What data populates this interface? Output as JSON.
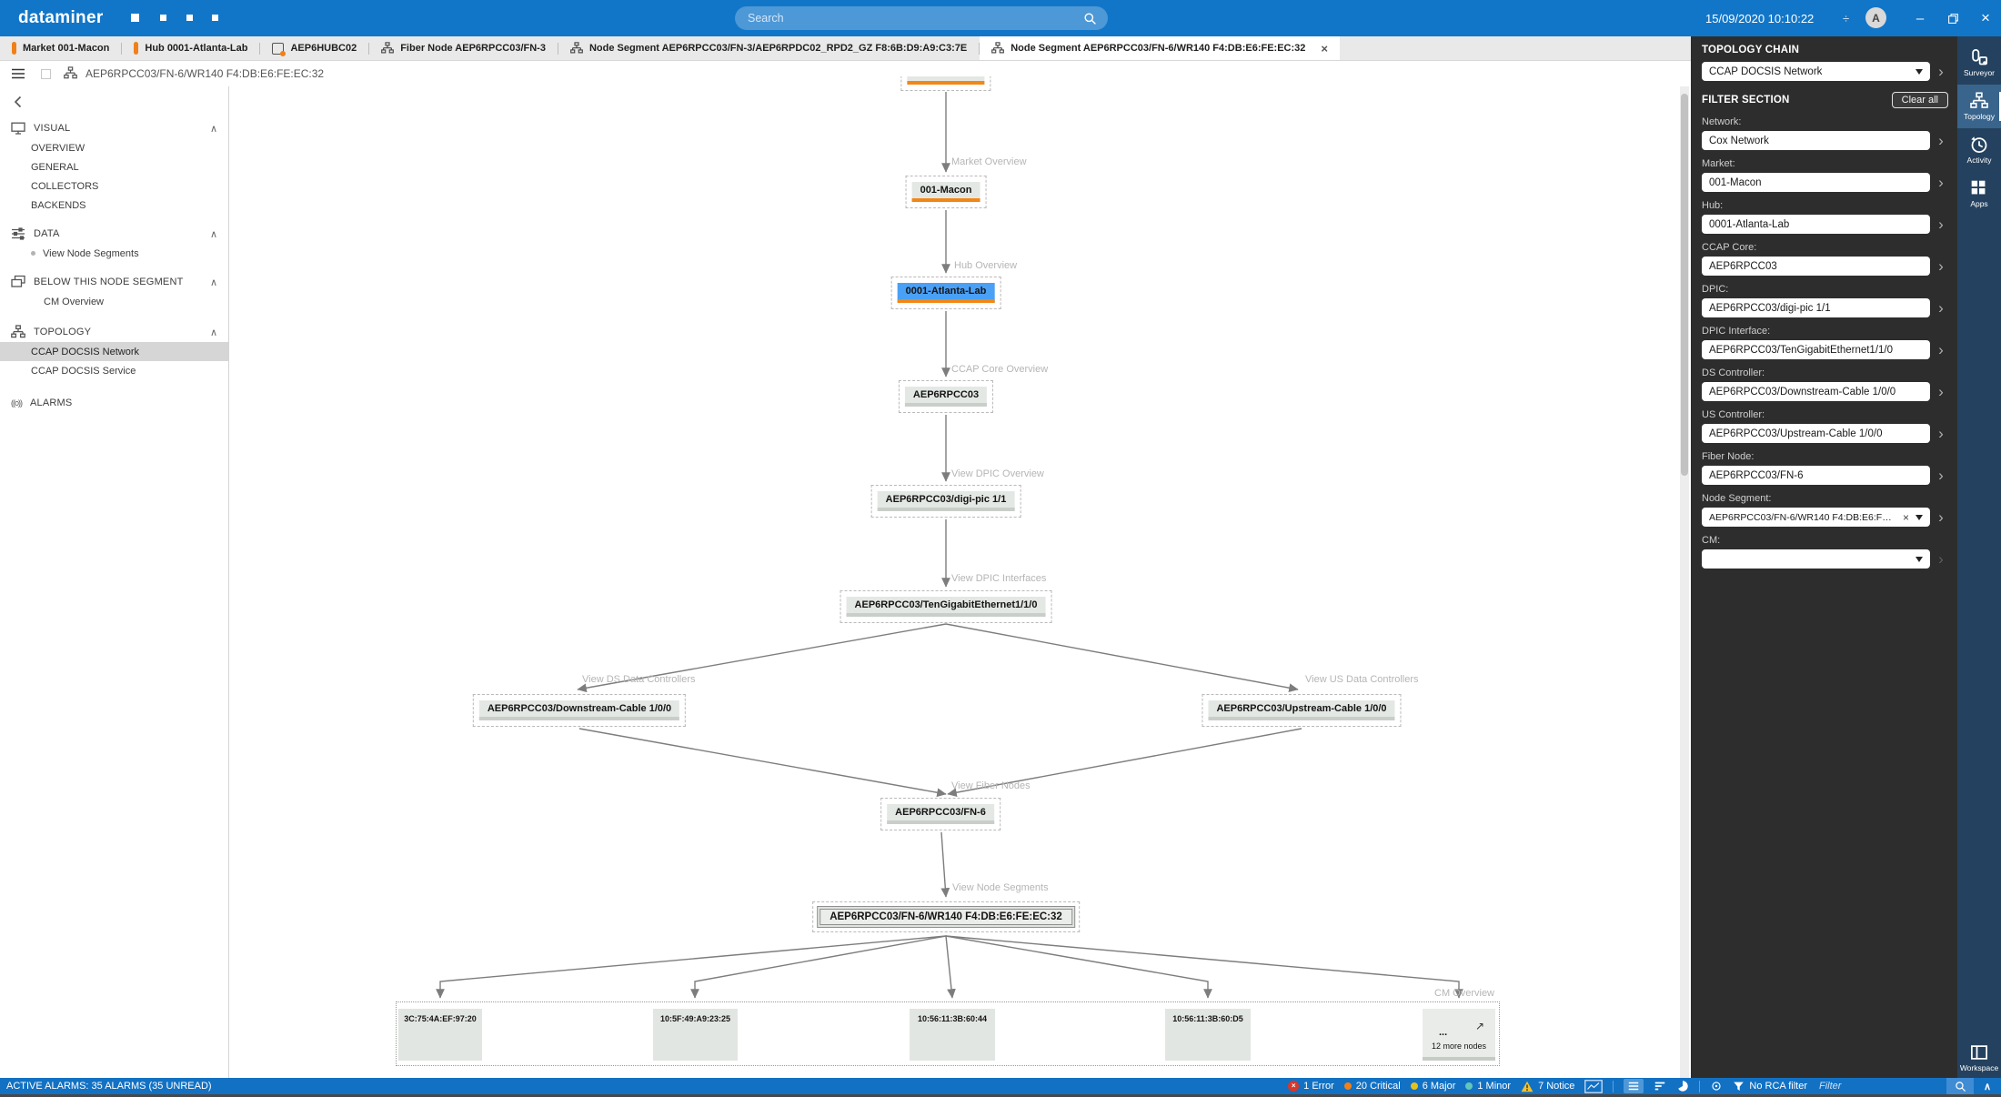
{
  "app": {
    "logo": "dataminer",
    "search_placeholder": "Search",
    "datetime": "15/09/2020 10:10:22",
    "avatar": "A"
  },
  "tabs": [
    {
      "icon": "market",
      "label": "Market 001-Macon"
    },
    {
      "icon": "market",
      "label": "Hub 0001-Atlanta-Lab"
    },
    {
      "icon": "element",
      "label": "AEP6HUBC02"
    },
    {
      "icon": "tree",
      "label": "Fiber Node AEP6RPCC03/FN-3"
    },
    {
      "icon": "tree",
      "label": "Node Segment AEP6RPCC03/FN-3/AEP6RPDC02_RPD2_GZ F8:6B:D9:A9:C3:7E"
    },
    {
      "icon": "tree",
      "label": "Node Segment AEP6RPCC03/FN-6/WR140 F4:DB:E6:FE:EC:32",
      "active": true
    }
  ],
  "menubar": {
    "title": "AEP6RPCC03/FN-6/WR140 F4:DB:E6:FE:EC:32"
  },
  "sidebar": {
    "sections": [
      {
        "label": "VISUAL",
        "items": [
          {
            "label": "OVERVIEW"
          },
          {
            "label": "GENERAL"
          },
          {
            "label": "COLLECTORS"
          },
          {
            "label": "BACKENDS"
          }
        ]
      },
      {
        "label": "DATA",
        "items": [
          {
            "label": "View Node Segments"
          }
        ]
      },
      {
        "label": "BELOW THIS NODE SEGMENT",
        "items": [
          {
            "label": "CM Overview"
          }
        ]
      },
      {
        "label": "TOPOLOGY",
        "items": [
          {
            "label": "CCAP DOCSIS Network",
            "selected": true
          },
          {
            "label": "CCAP DOCSIS Service"
          }
        ]
      }
    ],
    "alarms_label": "ALARMS"
  },
  "topology": {
    "nodes": {
      "network": "Cox Network",
      "market": "001-Macon",
      "hub": "0001-Atlanta-Lab",
      "ccap_core": "AEP6RPCC03",
      "dpic": "AEP6RPCC03/digi-pic 1/1",
      "dpic_interface": "AEP6RPCC03/TenGigabitEthernet1/1/0",
      "ds_controller": "AEP6RPCC03/Downstream-Cable 1/0/0",
      "us_controller": "AEP6RPCC03/Upstream-Cable 1/0/0",
      "fiber_node": "AEP6RPCC03/FN-6",
      "node_segment": "AEP6RPCC03/FN-6/WR140 F4:DB:E6:FE:EC:32"
    },
    "edge_labels": {
      "market": "Market Overview",
      "hub": "Hub Overview",
      "ccap_core": "CCAP Core Overview",
      "dpic": "View DPIC Overview",
      "dpic_interface": "View DPIC Interfaces",
      "ds": "View DS Data Controllers",
      "us": "View US Data Controllers",
      "fiber": "View Fiber Nodes",
      "segment": "View Node Segments",
      "cm": "CM Overview"
    },
    "cm_nodes": [
      {
        "label": "3C:75:4A:EF:97:20"
      },
      {
        "label": "10:5F:49:A9:23:25"
      },
      {
        "label": "10:56:11:3B:60:44"
      },
      {
        "label": "10:56:11:3B:60:D5"
      }
    ],
    "more_nodes": {
      "ellipsis": "...",
      "label": "12 more nodes"
    }
  },
  "panel": {
    "title": "TOPOLOGY CHAIN",
    "chain_value": "CCAP DOCSIS Network",
    "filter_title": "FILTER SECTION",
    "clear_all": "Clear all",
    "fields": [
      {
        "label": "Network:",
        "value": "Cox Network"
      },
      {
        "label": "Market:",
        "value": "001-Macon"
      },
      {
        "label": "Hub:",
        "value": "0001-Atlanta-Lab"
      },
      {
        "label": "CCAP Core:",
        "value": "AEP6RPCC03"
      },
      {
        "label": "DPIC:",
        "value": "AEP6RPCC03/digi-pic 1/1"
      },
      {
        "label": "DPIC Interface:",
        "value": "AEP6RPCC03/TenGigabitEthernet1/1/0"
      },
      {
        "label": "DS Controller:",
        "value": "AEP6RPCC03/Downstream-Cable 1/0/0"
      },
      {
        "label": "US Controller:",
        "value": "AEP6RPCC03/Upstream-Cable 1/0/0"
      },
      {
        "label": "Fiber Node:",
        "value": "AEP6RPCC03/FN-6"
      }
    ],
    "node_segment": {
      "label": "Node Segment:",
      "value": "AEP6RPCC03/FN-6/WR140 F4:DB:E6:FE:EC:32"
    },
    "cm": {
      "label": "CM:",
      "value": ""
    }
  },
  "rail": {
    "items": [
      {
        "label": "Surveyor"
      },
      {
        "label": "Topology",
        "active": true
      },
      {
        "label": "Activity"
      },
      {
        "label": "Apps"
      }
    ],
    "workspace_label": "Workspace"
  },
  "statusbar": {
    "active_alarms": "ACTIVE ALARMS: 35 ALARMS (35 UNREAD)",
    "severities": [
      {
        "label": "1 Error",
        "color": "#d8372a"
      },
      {
        "label": "20 Critical",
        "color": "#f08019"
      },
      {
        "label": "6 Major",
        "color": "#e3c220"
      },
      {
        "label": "1 Minor",
        "color": "#63c6ba"
      },
      {
        "label": "7 Notice",
        "color": "#f2c230"
      }
    ],
    "rca_label": "No RCA filter",
    "filter_placeholder": "Filter"
  },
  "colors": {
    "topbar_blue": "#1276c8",
    "orange": "#f08019",
    "node_blue": "#4aa0f5",
    "panel_dark": "#2d2d2d",
    "rail_blue": "#24425f",
    "rail_active": "#39648c"
  }
}
